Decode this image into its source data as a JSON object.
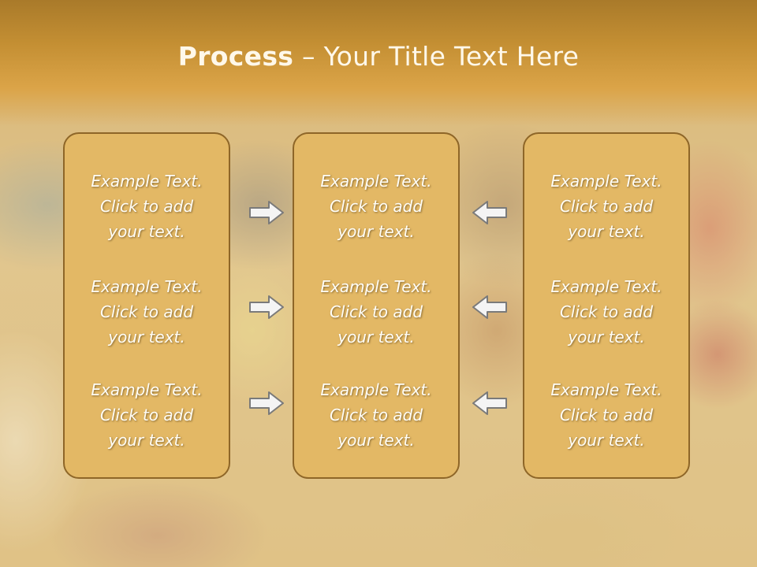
{
  "title": {
    "bold": "Process",
    "rest": " – Your Title Text Here"
  },
  "columns": [
    {
      "items": [
        {
          "line1": "Example Text.",
          "line2": "Click  to add",
          "line3": "your text."
        },
        {
          "line1": "Example Text.",
          "line2": "Click  to add",
          "line3": "your text."
        },
        {
          "line1": "Example Text.",
          "line2": "Click  to add",
          "line3": "your text."
        }
      ]
    },
    {
      "items": [
        {
          "line1": "Example Text.",
          "line2": "Click  to add",
          "line3": "your text."
        },
        {
          "line1": "Example Text.",
          "line2": "Click  to add",
          "line3": "your text."
        },
        {
          "line1": "Example Text.",
          "line2": "Click  to add",
          "line3": "your text."
        }
      ]
    },
    {
      "items": [
        {
          "line1": "Example Text.",
          "line2": "Click  to add",
          "line3": "your text."
        },
        {
          "line1": "Example Text.",
          "line2": "Click  to add",
          "line3": "your text."
        },
        {
          "line1": "Example Text.",
          "line2": "Click  to add",
          "line3": "your text."
        }
      ]
    }
  ],
  "arrows": {
    "left_column_direction": "right-arrow-icon",
    "right_column_direction": "left-arrow-icon"
  },
  "colors": {
    "box_fill": "#e3b865",
    "box_border": "#8e6628",
    "title_band": "#c48f33",
    "text": "#fffdf6"
  }
}
